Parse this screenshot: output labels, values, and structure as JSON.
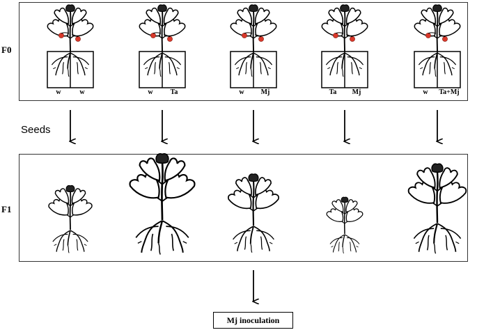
{
  "generations": {
    "f0": "F0",
    "f1": "F1"
  },
  "seeds_label": "Seeds",
  "f0_plants": [
    {
      "left": "w",
      "right": "w"
    },
    {
      "left": "w",
      "right": "Ta"
    },
    {
      "left": "w",
      "right": "Mj"
    },
    {
      "left": "Ta",
      "right": "Mj"
    },
    {
      "left": "w",
      "right": "Ta+Mj"
    }
  ],
  "f1_plants_count": 5,
  "final_label": "Mj inoculation",
  "colors": {
    "tomato": "#d9382a",
    "line": "#000000"
  }
}
